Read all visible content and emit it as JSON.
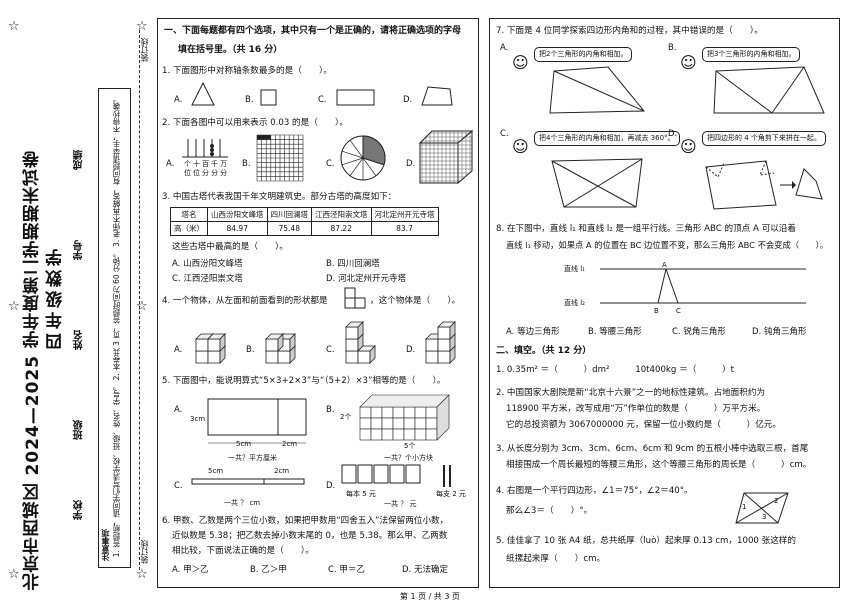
{
  "binding": {
    "seal_label_top": "装订线",
    "seal_label_bottom": "装订线",
    "exam_title": "北京市西城区 2024—2025 学年度第二学期期末试卷",
    "exam_subject": "四年级数学",
    "fields": {
      "school": "学校",
      "class": "班级",
      "name": "姓名",
      "student_id": "学号",
      "score": "成绩"
    },
    "notes_label": "注意事项",
    "notes": [
      "1. 答题前，请同学们写清学校、班级、姓名、学号。",
      "2. 本卷共 3 页，答题时间为 60 分钟。",
      "3. 老师不再解答，有问题请举手，不得抄袭。",
      "4. 用蓝色或黑色钢笔、圆珠笔答题，不能使用铅笔答题。",
      "5. 书写字迹清楚，答卷整洁。"
    ]
  },
  "section1": {
    "title": "一、下面每题都有四个选项，其中只有一个是正确的，请将正确选项的字母",
    "title2": "填在括号里。（共 16 分）",
    "q1": {
      "text": "1. 下面图形中对称轴条数最多的是（　　）。",
      "options": [
        "A.",
        "B.",
        "C.",
        "D."
      ]
    },
    "q2": {
      "text": "2. 下面各图中可以用来表示 0.03 的是（　　）。",
      "options": [
        "A.",
        "B.",
        "C.",
        "D."
      ],
      "abacus_labels": [
        "个",
        "十",
        "百",
        "千",
        "万"
      ],
      "abacus_sublabels": [
        "位",
        "位",
        "分",
        "分",
        "分"
      ]
    },
    "q3": {
      "text": "3. 中国古塔代表我国千年文明建筑史。部分古塔的高度如下：",
      "headers": [
        "塔名",
        "山西汾阳文峰塔",
        "四川回澜塔",
        "江西泾阳崇文塔",
        "河北定州开元寺塔"
      ],
      "row_label": "高（米）",
      "heights": [
        "84.97",
        "75.48",
        "87.22",
        "83.7"
      ],
      "question": "这些古塔中最高的是（　　）。",
      "options": [
        "A. 山西汾阳文峰塔",
        "B. 四川回澜塔",
        "C. 江西泾阳崇文塔",
        "D. 河北定州开元寺塔"
      ]
    },
    "q4": {
      "text": "4. 一个物体，从左面和前面看到的形状都是",
      "text2": "，这个物体是（　　）。",
      "options": [
        "A.",
        "B.",
        "C.",
        "D."
      ]
    },
    "q5": {
      "text": "5. 下面图中，能说明算式“5×3+2×3”与“（5+2）×3”相等的是（　　）。",
      "labels_a": [
        "3cm",
        "5cm",
        "2cm"
      ],
      "caption_a": "一共？平方厘米",
      "labels_b": [
        "2个",
        "5个"
      ],
      "caption_b": "一共？个小方块",
      "labels_c": [
        "5cm",
        "2cm"
      ],
      "caption_c": "一共 ？ cm",
      "labels_d": [
        "每本 5 元",
        "每支 2 元"
      ],
      "caption_d": "一共 ？ 元",
      "options": [
        "A.",
        "B.",
        "C.",
        "D."
      ]
    },
    "q6": {
      "text": "6. 甲数、乙数是两个三位小数，如果把甲数用“四舍五入”法保留两位小数，",
      "text2": "近似数是 5.38；把乙数去掉小数末尾的 0，也是 5.38。那么甲、乙两数",
      "text3": "相比较，下面说法正确的是（　　）。",
      "options": [
        "A. 甲＞乙",
        "B. 乙＞甲",
        "C. 甲＝乙",
        "D. 无法确定"
      ]
    }
  },
  "section1_right": {
    "q7": {
      "text": "7. 下面是 4 位同学探索四边形内角和的过程，其中错误的是（　　）。",
      "bubbles": [
        "把2个三角形的内角和相加。",
        "把3个三角形的内角和相加。",
        "把4个三角形的内角和相加，再减去 360°。",
        "把四边形的 4 个角剪下来拼在一起。"
      ],
      "options": [
        "A.",
        "B.",
        "C.",
        "D."
      ]
    },
    "q8": {
      "text": "8. 在下图中，直线 l₁ 和直线 l₂ 是一组平行线。三角形 ABC 的顶点 A 可以沿着",
      "text2": "直线 l₁ 移动，如果点 A 的位置在 BC 边位置不变，那么三角形 ABC 不会变成（　　）。",
      "line1": "直线 l₁",
      "line2": "直线 l₂",
      "vertices": [
        "A",
        "B",
        "C"
      ],
      "options": [
        "A. 等边三角形",
        "B. 等腰三角形",
        "C. 锐角三角形",
        "D. 钝角三角形"
      ]
    }
  },
  "section2": {
    "title": "二、填空。（共 12 分）",
    "q1": "1. 0.35m² ＝（　　　）dm²　　　10t400kg ＝（　　　）t",
    "q2a": "2. 中国国家大剧院是新“北京十六景”之一的地标性建筑。占地面积约为",
    "q2b": "118900 平方米，改写成用“万”作单位的数是（　　　）万平方米。",
    "q2c": "它的总投资额为 3067000000 元，保留一位小数约是（　　　）亿元。",
    "q3a": "3. 从长度分别为 3cm、3cm、6cm、6cm 和 9cm 的五根小棒中选取三根，首尾",
    "q3b": "相接围成一个周长最短的等腰三角形，这个等腰三角形的周长是（　　　）cm。",
    "q4a": "4. 右图是一个平行四边形，∠1＝75°，∠2＝40°。",
    "q4b": "那么∠3＝（　　）°。",
    "q4_angles": [
      "1",
      "2",
      "3"
    ],
    "q5a": "5. 佳佳拿了 10 张 A4 纸，总共纸厚（luò）起来厚 0.13 cm，1000 张这样的",
    "q5b": "纸摞起来厚（　　）cm。"
  },
  "footer": "第 1 页 / 共 3 页"
}
